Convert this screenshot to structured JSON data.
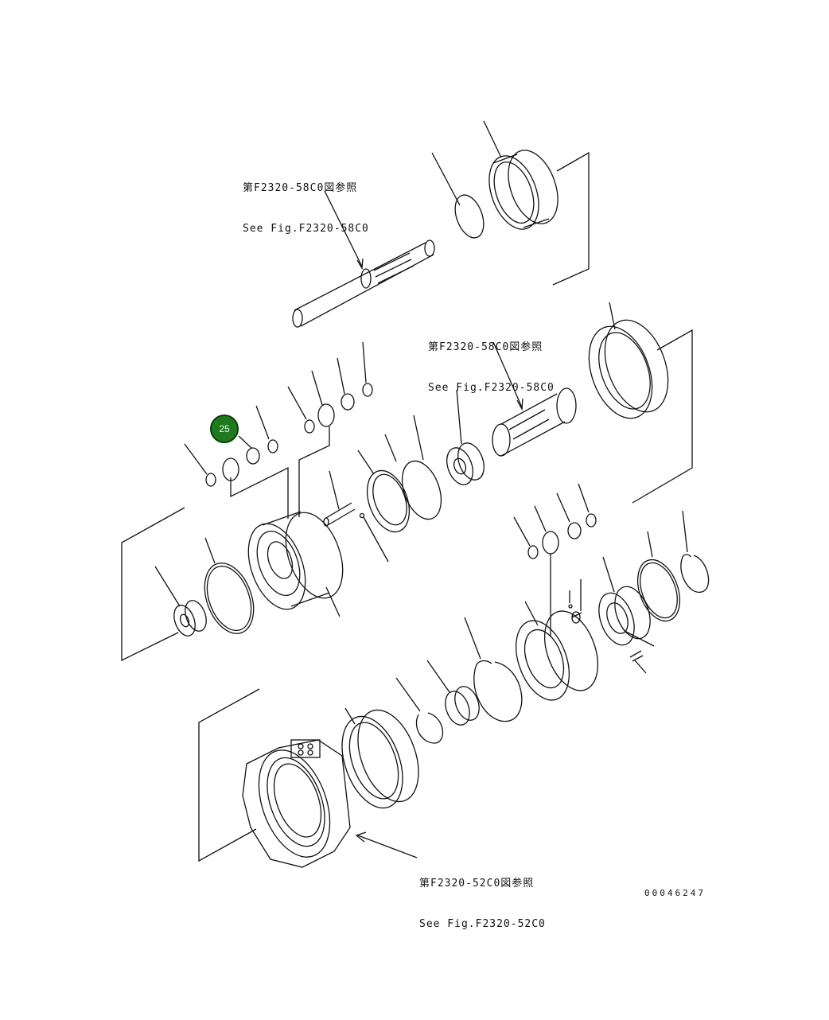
{
  "references": [
    {
      "jp": "第F2320-58C0図参照",
      "en": "See Fig.F2320-58C0"
    },
    {
      "jp": "第F2320-58C0図参照",
      "en": "See Fig.F2320-58C0"
    },
    {
      "jp": "第F2320-52C0図参照",
      "en": "See Fig.F2320-52C0"
    }
  ],
  "drawing_number": "00046247",
  "callouts": [
    {
      "number": "25",
      "color": "#1e7a1e"
    }
  ]
}
